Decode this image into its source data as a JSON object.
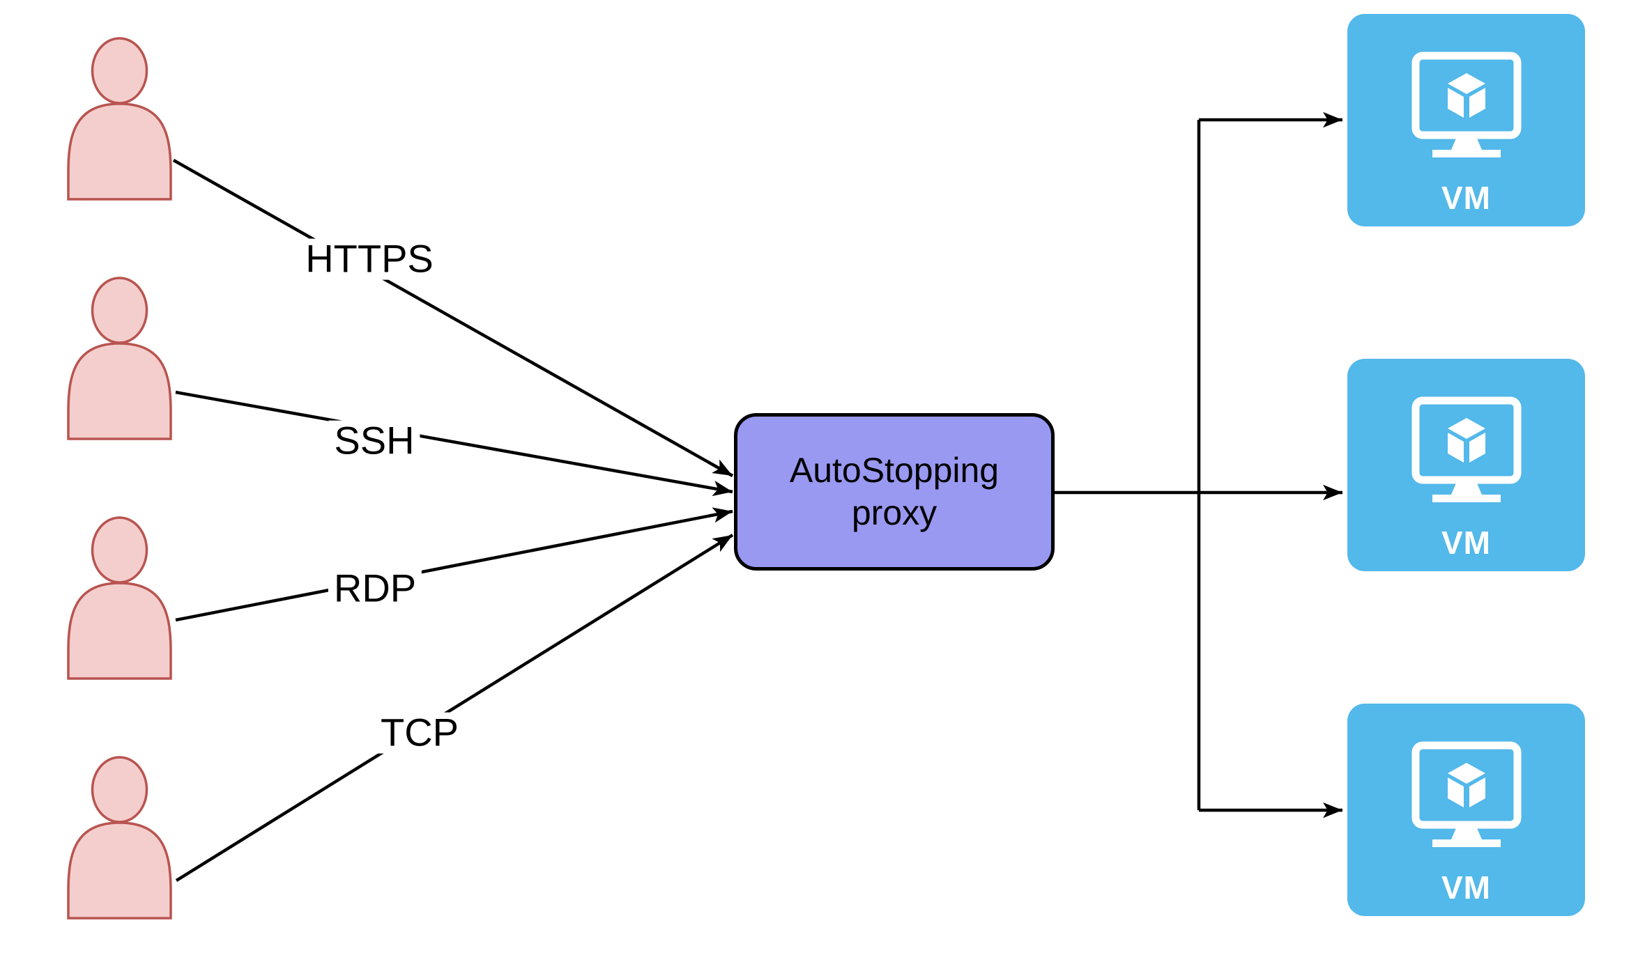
{
  "connections": [
    {
      "label": "HTTPS",
      "from": "user-1",
      "to": "autostopping-proxy"
    },
    {
      "label": "SSH",
      "from": "user-2",
      "to": "autostopping-proxy"
    },
    {
      "label": "RDP",
      "from": "user-3",
      "to": "autostopping-proxy"
    },
    {
      "label": "TCP",
      "from": "user-4",
      "to": "autostopping-proxy"
    }
  ],
  "proxy": {
    "label": "AutoStopping proxy"
  },
  "vms": [
    {
      "label": "VM"
    },
    {
      "label": "VM"
    },
    {
      "label": "VM"
    }
  ],
  "users": {
    "count": 4,
    "icon": "user-icon"
  },
  "colors": {
    "background": "#FFFFFF",
    "user_fill": "#F4CECC",
    "user_stroke": "#B85450",
    "proxy_fill": "#9999F2",
    "proxy_border": "#000000",
    "vm_fill": "#53B8EA",
    "vm_icon": "#FFFFFF",
    "connector": "#000000"
  }
}
